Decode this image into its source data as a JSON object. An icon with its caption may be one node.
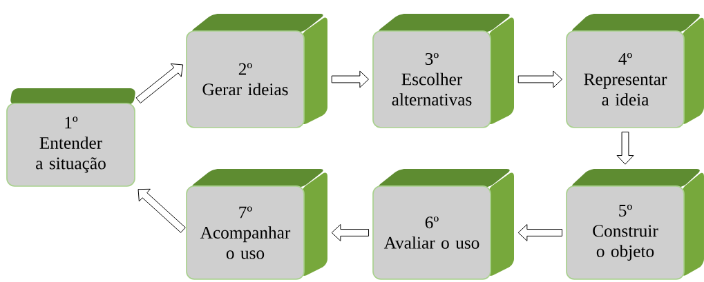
{
  "diagram": {
    "nodes": [
      {
        "text": [
          "1º",
          "Entender a situação"
        ]
      },
      {
        "text": [
          "2º",
          "Gerar ideias"
        ]
      },
      {
        "text": [
          "3º",
          "Escolher alternativas"
        ]
      },
      {
        "text": [
          "4º",
          "Representar a ideia"
        ]
      },
      {
        "text": [
          "5º",
          "Construir o objeto"
        ]
      },
      {
        "text": [
          "6º",
          "Avaliar o uso"
        ]
      },
      {
        "text": [
          "7º",
          "Acompanhar o uso"
        ]
      }
    ],
    "edges": [
      {
        "from": 0,
        "to": 1,
        "arrow": "to"
      },
      {
        "from": 1,
        "to": 2,
        "arrow": "to"
      },
      {
        "from": 2,
        "to": 3,
        "arrow": "to"
      },
      {
        "from": 3,
        "to": 4,
        "arrow": "to"
      },
      {
        "from": 4,
        "to": 5,
        "arrow": "to"
      },
      {
        "from": 5,
        "to": 6,
        "arrow": "to"
      },
      {
        "from": 6,
        "to": 0,
        "arrow": "to"
      }
    ]
  }
}
